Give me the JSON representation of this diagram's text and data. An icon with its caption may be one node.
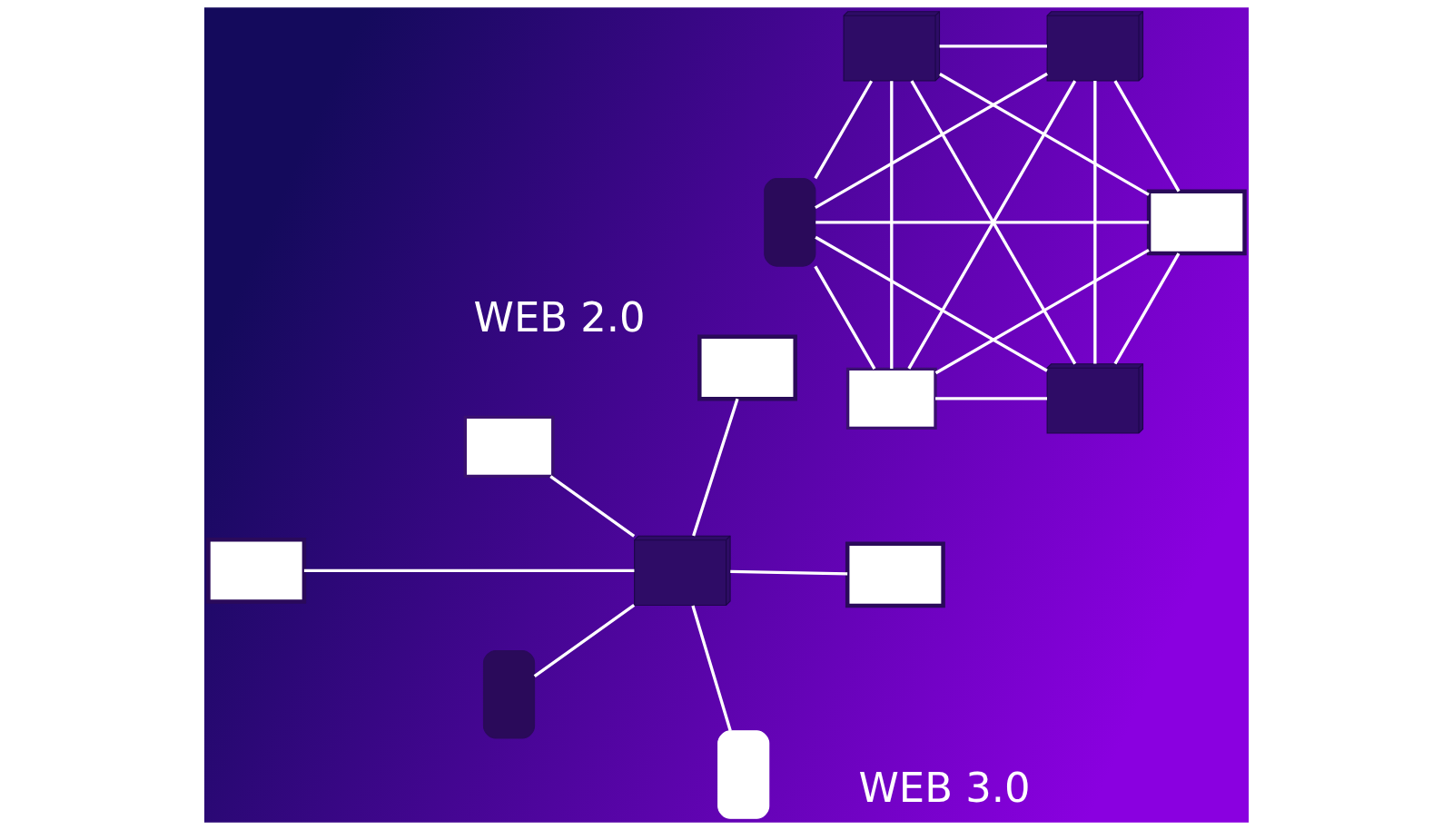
{
  "diagram": {
    "nodes": [
      {
        "text": [],
        "shape": "monitor"
      },
      {
        "text": [],
        "shape": "phone"
      },
      {
        "text": [],
        "shape": "phone"
      },
      {
        "text": [],
        "shape": "server"
      },
      {
        "text": [],
        "shape": "monitor"
      },
      {
        "text": [],
        "shape": "monitor"
      },
      {
        "text": [],
        "shape": "laptop"
      },
      {
        "text": [],
        "shape": "server"
      },
      {
        "text": [],
        "shape": "monitor"
      },
      {
        "text": [],
        "shape": "phone"
      },
      {
        "text": [],
        "shape": "server"
      },
      {
        "text": [],
        "shape": "server"
      },
      {
        "text": [],
        "shape": "laptop"
      }
    ],
    "edges": [
      {
        "from": 3,
        "to": 0,
        "arrow": "none"
      },
      {
        "from": 3,
        "to": 1,
        "arrow": "none"
      },
      {
        "from": 3,
        "to": 2,
        "arrow": "none"
      },
      {
        "from": 3,
        "to": 4,
        "arrow": "none"
      },
      {
        "from": 3,
        "to": 5,
        "arrow": "none"
      },
      {
        "from": 3,
        "to": 6,
        "arrow": "none"
      },
      {
        "from": 7,
        "to": 8,
        "arrow": "none"
      },
      {
        "from": 7,
        "to": 9,
        "arrow": "none"
      },
      {
        "from": 7,
        "to": 10,
        "arrow": "none"
      },
      {
        "from": 7,
        "to": 11,
        "arrow": "none"
      },
      {
        "from": 7,
        "to": 12,
        "arrow": "none"
      },
      {
        "from": 8,
        "to": 9,
        "arrow": "none"
      },
      {
        "from": 8,
        "to": 10,
        "arrow": "none"
      },
      {
        "from": 8,
        "to": 11,
        "arrow": "none"
      },
      {
        "from": 8,
        "to": 12,
        "arrow": "none"
      },
      {
        "from": 9,
        "to": 10,
        "arrow": "none"
      },
      {
        "from": 9,
        "to": 11,
        "arrow": "none"
      },
      {
        "from": 9,
        "to": 12,
        "arrow": "none"
      },
      {
        "from": 10,
        "to": 11,
        "arrow": "none"
      },
      {
        "from": 10,
        "to": 12,
        "arrow": "none"
      },
      {
        "from": 11,
        "to": 12,
        "arrow": "none"
      }
    ],
    "labels": [
      "WEB 2.0",
      "WEB 3.0"
    ]
  }
}
